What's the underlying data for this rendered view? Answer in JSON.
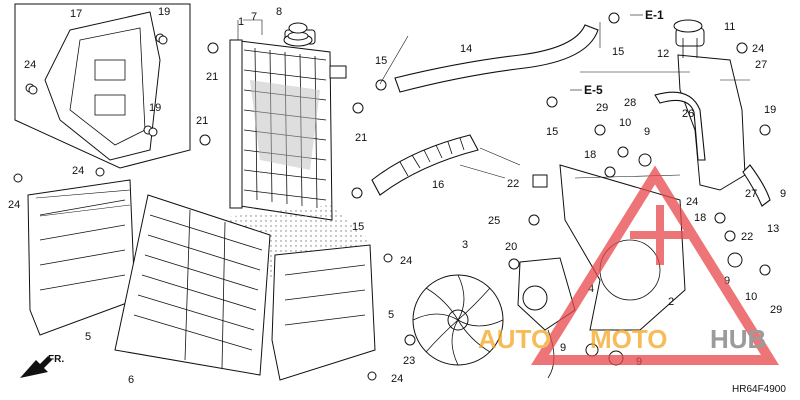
{
  "diagram": {
    "code": "HR64F4900",
    "direction": "FR.",
    "section_refs": [
      "E-1",
      "E-5"
    ],
    "callouts": [
      "1",
      "2",
      "3",
      "4",
      "5",
      "5",
      "6",
      "7",
      "8",
      "9",
      "9",
      "9",
      "9",
      "9",
      "10",
      "10",
      "11",
      "12",
      "13",
      "14",
      "15",
      "15",
      "15",
      "15",
      "15",
      "16",
      "17",
      "18",
      "18",
      "19",
      "19",
      "19",
      "20",
      "21",
      "21",
      "21",
      "21",
      "22",
      "22",
      "23",
      "24",
      "24",
      "24",
      "24",
      "24",
      "24",
      "24",
      "24",
      "25",
      "26",
      "27",
      "27",
      "28",
      "29",
      "29"
    ]
  },
  "watermark": {
    "text_a": "AUTO",
    "text_b": "MOTO",
    "text_c": "HUB",
    "color_orange": "#f5a623",
    "color_red": "#e8474a",
    "color_gray": "#7a7a7a"
  }
}
